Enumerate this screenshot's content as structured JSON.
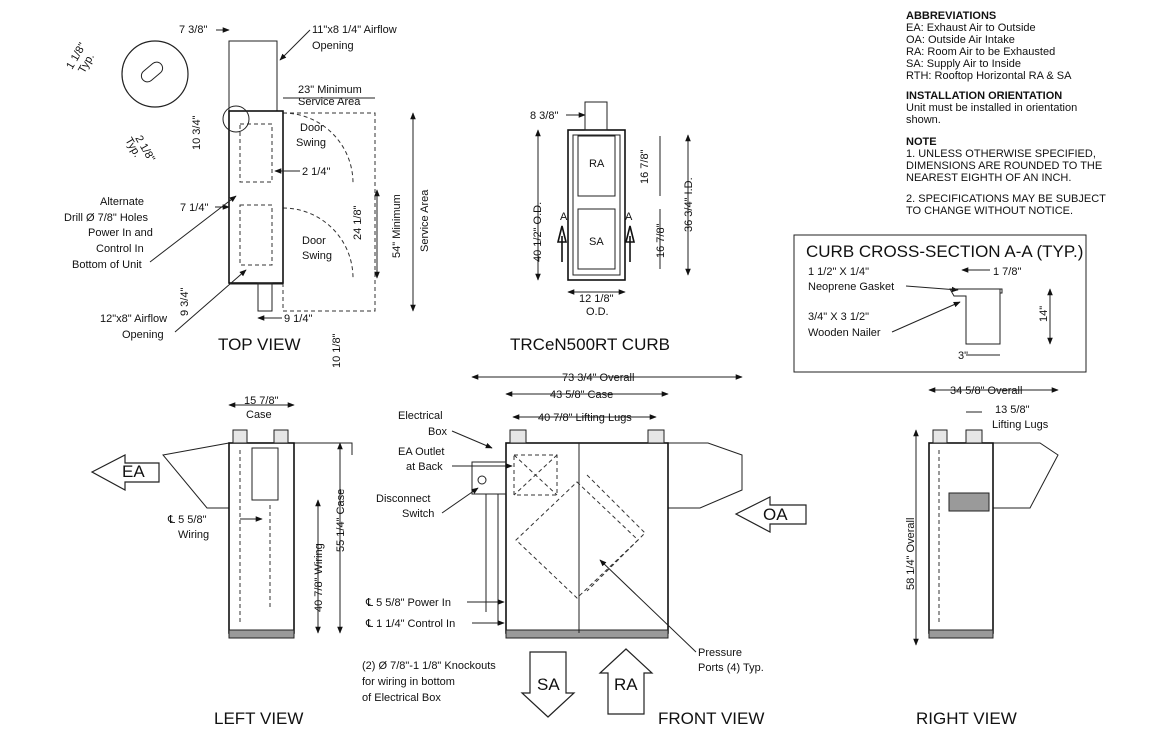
{
  "abbreviations": {
    "heading": "ABBREVIATIONS",
    "lines": [
      "EA: Exhaust Air to Outside",
      "OA: Outside Air Intake",
      "RA: Room Air to be Exhausted",
      "SA: Supply Air to Inside",
      "RTH: Rooftop Horizontal RA & SA"
    ]
  },
  "installation": {
    "heading": "INSTALLATION ORIENTATION",
    "lines": [
      "Unit must be installed in orientation",
      "shown."
    ]
  },
  "note": {
    "heading": "NOTE",
    "lines": [
      "1. UNLESS OTHERWISE SPECIFIED,",
      "DIMENSIONS ARE ROUNDED TO THE",
      "NEAREST EIGHTH OF AN INCH.",
      "",
      "2. SPECIFICATIONS MAY BE SUBJECT",
      "TO CHANGE WITHOUT NOTICE."
    ]
  },
  "curb_section": {
    "title": "CURB CROSS-SECTION A-A (TYP.)",
    "gasket_dim": "1 1/2\" X 1/4\"",
    "gasket_label": "Neoprene Gasket",
    "gasket_width": "1 7/8\"",
    "nailer_dim": "3/4\" X 3 1/2\"",
    "nailer_label": "Wooden Nailer",
    "height": "14\"",
    "width": "3\""
  },
  "top_view": {
    "title": "TOP VIEW",
    "d_7_3_8": "7 3/8\"",
    "airflow_top": [
      "11\"x8 1/4\" Airflow",
      "Opening"
    ],
    "typ_1_1_8": [
      "1 1/8\"",
      "Typ."
    ],
    "typ_2_1_8": [
      "2 1/8\"",
      "Typ."
    ],
    "service_23": [
      "23\" Minimum",
      "Service Area"
    ],
    "service_54": [
      "54\" Minimum",
      "Service Area"
    ],
    "d_10_3_4": "10 3/4\"",
    "d_2_1_4": "2 1/4\"",
    "d_7_1_4": "7 1/4\"",
    "d_24_1_8": "24 1/8\"",
    "d_9_3_4": "9 3/4\"",
    "d_9_1_4": "9 1/4\"",
    "d_10_1_8": "10 1/8\"",
    "door_swing": [
      "Door",
      "Swing"
    ],
    "alternate": [
      "Alternate",
      "Drill Ø 7/8\" Holes",
      "Power In and",
      "Control In",
      "Bottom of Unit"
    ],
    "airflow_bottom": [
      "12\"x8\" Airflow",
      "Opening"
    ]
  },
  "curb": {
    "title": "TRCeN500RT CURB",
    "d_8_3_8": "8 3/8\"",
    "ra": "RA",
    "sa": "SA",
    "a": "A",
    "od_40": "40 1/2\" O.D.",
    "id_36": "36 3/4\" I.D.",
    "d_16_7_8": "16 7/8\"",
    "od_12": [
      "12 1/8\"",
      "O.D."
    ]
  },
  "left_view": {
    "title": "LEFT VIEW",
    "case_w": [
      "15 7/8\"",
      "Case"
    ],
    "ea": "EA",
    "wiring": [
      "℄ 5 5/8\"",
      "Wiring"
    ],
    "wiring_h": "40 7/8\" Wiring",
    "case_h": "55 1/4\" Case"
  },
  "front_view": {
    "title": "FRONT VIEW",
    "overall": "73 3/4\" Overall",
    "case": "43 5/8\" Case",
    "lugs": "40 7/8\" Lifting Lugs",
    "electrical": [
      "Electrical",
      "Box"
    ],
    "ea_outlet": [
      "EA Outlet",
      "at Back"
    ],
    "disconnect": [
      "Disconnect",
      "Switch"
    ],
    "oa": "OA",
    "sa": "SA",
    "ra": "RA",
    "power": "℄ 5 5/8\" Power In",
    "control": "℄ 1 1/4\" Control In",
    "knockouts": [
      "(2) Ø 7/8\"-1 1/8\" Knockouts",
      "for wiring in bottom",
      "of Electrical Box"
    ],
    "pressure": [
      "Pressure",
      "Ports (4) Typ."
    ]
  },
  "right_view": {
    "title": "RIGHT VIEW",
    "overall_w": "34 5/8\" Overall",
    "lugs": [
      "13 5/8\"",
      "Lifting Lugs"
    ],
    "overall_h": "58 1/4\" Overall"
  }
}
